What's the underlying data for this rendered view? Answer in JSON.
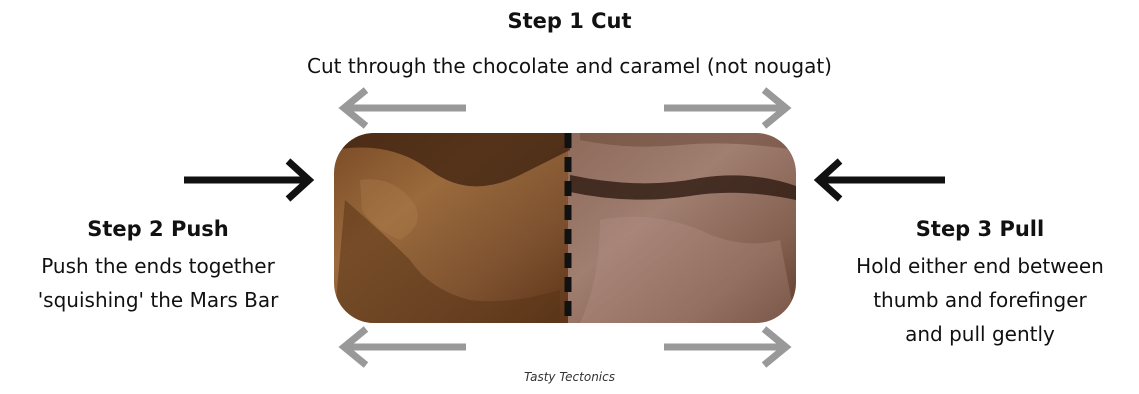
{
  "steps": {
    "cut": {
      "title": "Step 1 Cut",
      "description": "Cut through the chocolate and caramel (not nougat)"
    },
    "push": {
      "title": "Step 2 Push",
      "description_lines": [
        "Push the ends together",
        "'squishing' the Mars Bar"
      ]
    },
    "pull": {
      "title": "Step 3 Pull",
      "description_lines": [
        "Hold either end between",
        "thumb and forefinger",
        "and pull gently"
      ]
    }
  },
  "caption": "Tasty Tectonics",
  "colors": {
    "grey_arrow": "#999999",
    "black_arrow": "#111111",
    "cut_line": "#111111",
    "chocolate_left": "#8a5a33",
    "chocolate_right": "#8f6c5c"
  }
}
